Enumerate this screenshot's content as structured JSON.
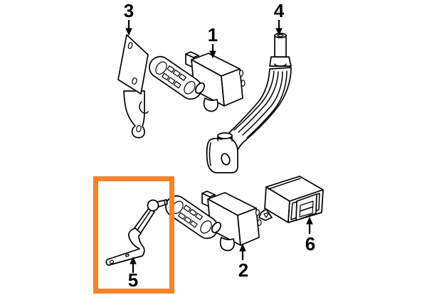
{
  "colors": {
    "highlight_box": "#f5832d",
    "line_art": "#000000",
    "background": "#ffffff"
  },
  "highlight": {
    "highlighted_callout": "5"
  },
  "callouts": {
    "c1": {
      "label": "1"
    },
    "c2": {
      "label": "2"
    },
    "c3": {
      "label": "3"
    },
    "c4": {
      "label": "4"
    },
    "c5": {
      "label": "5"
    },
    "c6": {
      "label": "6"
    }
  }
}
